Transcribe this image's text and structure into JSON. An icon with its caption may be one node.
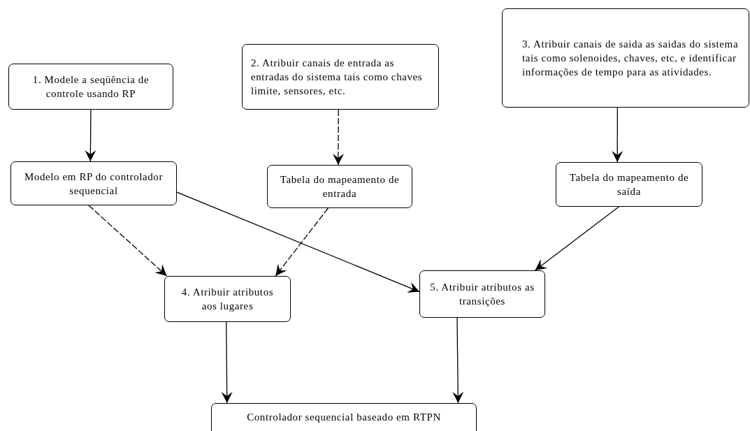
{
  "diagram": {
    "nodes": [
      {
        "text": [
          "1. Modele a seqüência de controle usando RP"
        ]
      },
      {
        "text": [
          "2. Atribuir canais de entrada as entradas do sistema tais como chaves limite, sensores, etc."
        ]
      },
      {
        "text": [
          "3. Atribuir canais de saida as saidas do sistema tais como solenoides, chaves, etc, e identificar informações de tempo para as atividades."
        ]
      },
      {
        "text": [
          "Modelo em RP do controlador sequencial"
        ]
      },
      {
        "text": [
          "Tabela do mapeamento de entrada"
        ]
      },
      {
        "text": [
          "Tabela do mapeamento de saída"
        ]
      },
      {
        "text": [
          "4. Atribuir atributos aos lugares"
        ]
      },
      {
        "text": [
          "5. Atribuir atributos as transições"
        ]
      },
      {
        "text": [
          "Controlador sequencial baseado em RTPN"
        ]
      }
    ],
    "edges": [
      {
        "from": 0,
        "to": 3,
        "arrow": "to"
      },
      {
        "from": 1,
        "to": 4,
        "arrow": "to",
        "style": "dashed"
      },
      {
        "from": 2,
        "to": 5,
        "arrow": "to"
      },
      {
        "from": 3,
        "to": 6,
        "arrow": "to",
        "style": "dashed"
      },
      {
        "from": 4,
        "to": 6,
        "arrow": "to",
        "style": "dashed"
      },
      {
        "from": 3,
        "to": 7,
        "arrow": "to"
      },
      {
        "from": 5,
        "to": 7,
        "arrow": "to"
      },
      {
        "from": 6,
        "to": 8,
        "arrow": "to"
      },
      {
        "from": 7,
        "to": 8,
        "arrow": "to"
      }
    ]
  }
}
